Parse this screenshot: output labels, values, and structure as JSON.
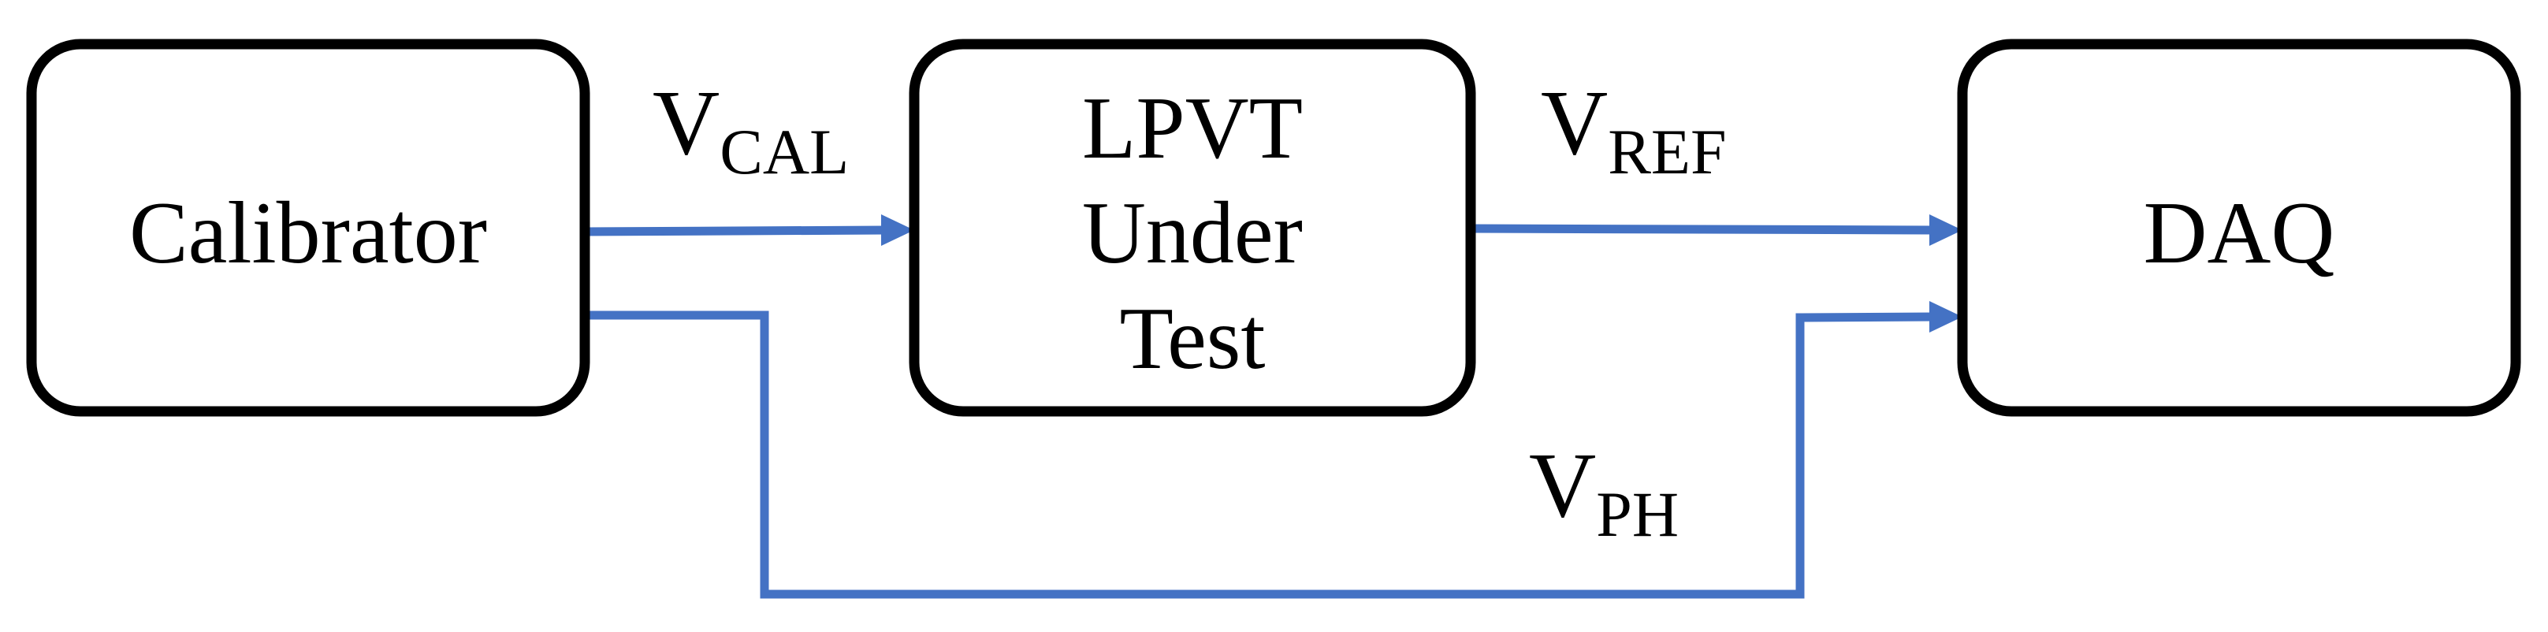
{
  "blocks": {
    "calibrator": {
      "label": "Calibrator"
    },
    "lpvt": {
      "lines": [
        "LPVT",
        "Under",
        "Test"
      ]
    },
    "daq": {
      "label": "DAQ"
    }
  },
  "signals": {
    "v_cal": {
      "main": "V",
      "sub": "CAL"
    },
    "v_ref": {
      "main": "V",
      "sub": "REF"
    },
    "v_ph": {
      "main": "V",
      "sub": "PH"
    }
  },
  "colors": {
    "wire": "#4472c4",
    "block_stroke": "#000000"
  }
}
